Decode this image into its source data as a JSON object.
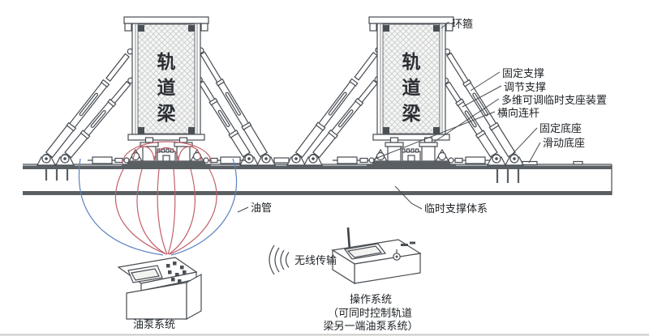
{
  "diagram": {
    "beam_label": "轨道梁",
    "beam_characters": [
      "轨",
      "道",
      "梁"
    ],
    "callouts": {
      "ring_hoop": "环箍",
      "fixed_support": "固定支撑",
      "adjustable_support": "调节支撑",
      "multi_dim_device": "多维可调临时支座装置",
      "lateral_link": "横向连杆",
      "fixed_base": "固定底座",
      "sliding_base": "滑动底座",
      "temporary_support_system": "临时支撑体系",
      "oil_pipe": "油管",
      "wireless_transmission": "无线传输",
      "operating_system": "操作系统",
      "operating_system_note_line1": "（可同时控制轨道",
      "operating_system_note_line2": "梁另一端油泵系统）",
      "oil_pump_system": "油泵系统"
    },
    "colors": {
      "line": "#474c52",
      "oil_pipe_red": "#c2606b",
      "oil_pipe_blue": "#5b82c2",
      "hatch": "#c6cacd",
      "background": "#ffffff"
    }
  }
}
